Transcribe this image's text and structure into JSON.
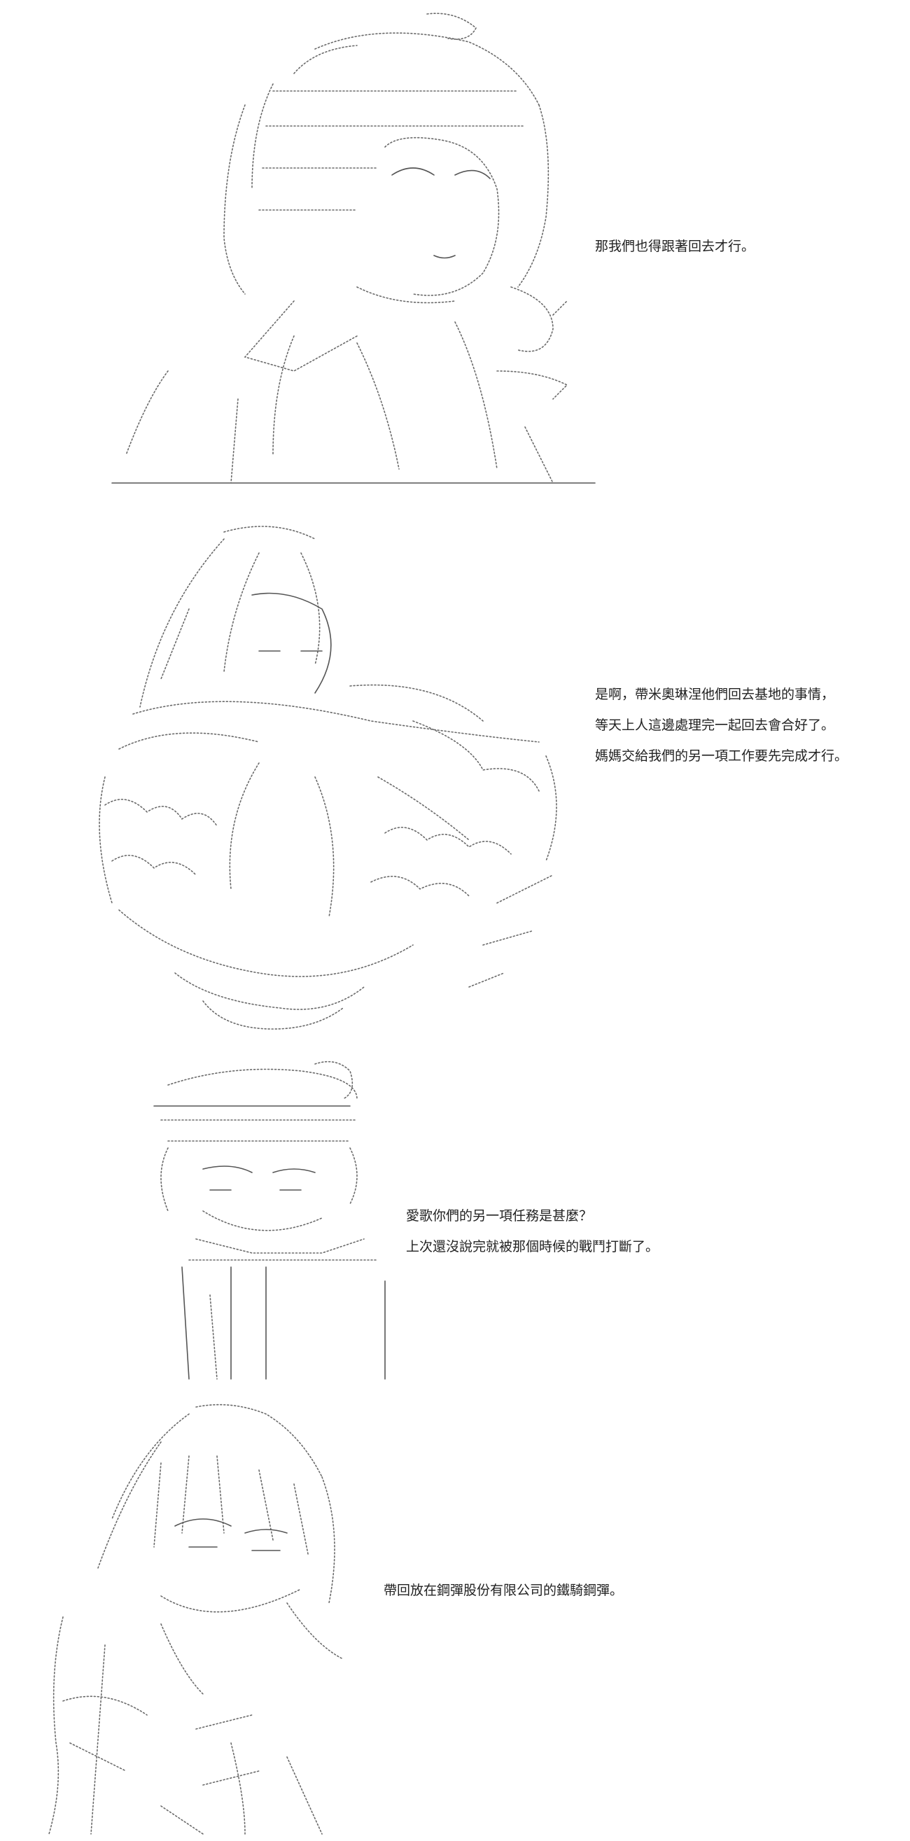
{
  "panels": [
    {
      "art_icon": "ascii-art-girl-gesturing-icon",
      "lines": [
        "那我們也得跟著回去才行。"
      ]
    },
    {
      "art_icon": "ascii-art-girl-embracing-icon",
      "lines": [
        "是啊，帶米奧琳涅他們回去基地的事情，",
        "等天上人這邊處理完一起回去會合好了。",
        "媽媽交給我們的另一項工作要先完成才行。"
      ]
    },
    {
      "art_icon": "ascii-art-girl-with-cap-icon",
      "lines": [
        "愛歌你們的另一項任務是甚麼？",
        "上次還沒說完就被那個時候的戰鬥打斷了。"
      ]
    },
    {
      "art_icon": "ascii-art-girl-closeup-icon",
      "lines": [
        "帶回放在鋼彈股份有限公司的鐵騎鋼彈。"
      ]
    }
  ]
}
